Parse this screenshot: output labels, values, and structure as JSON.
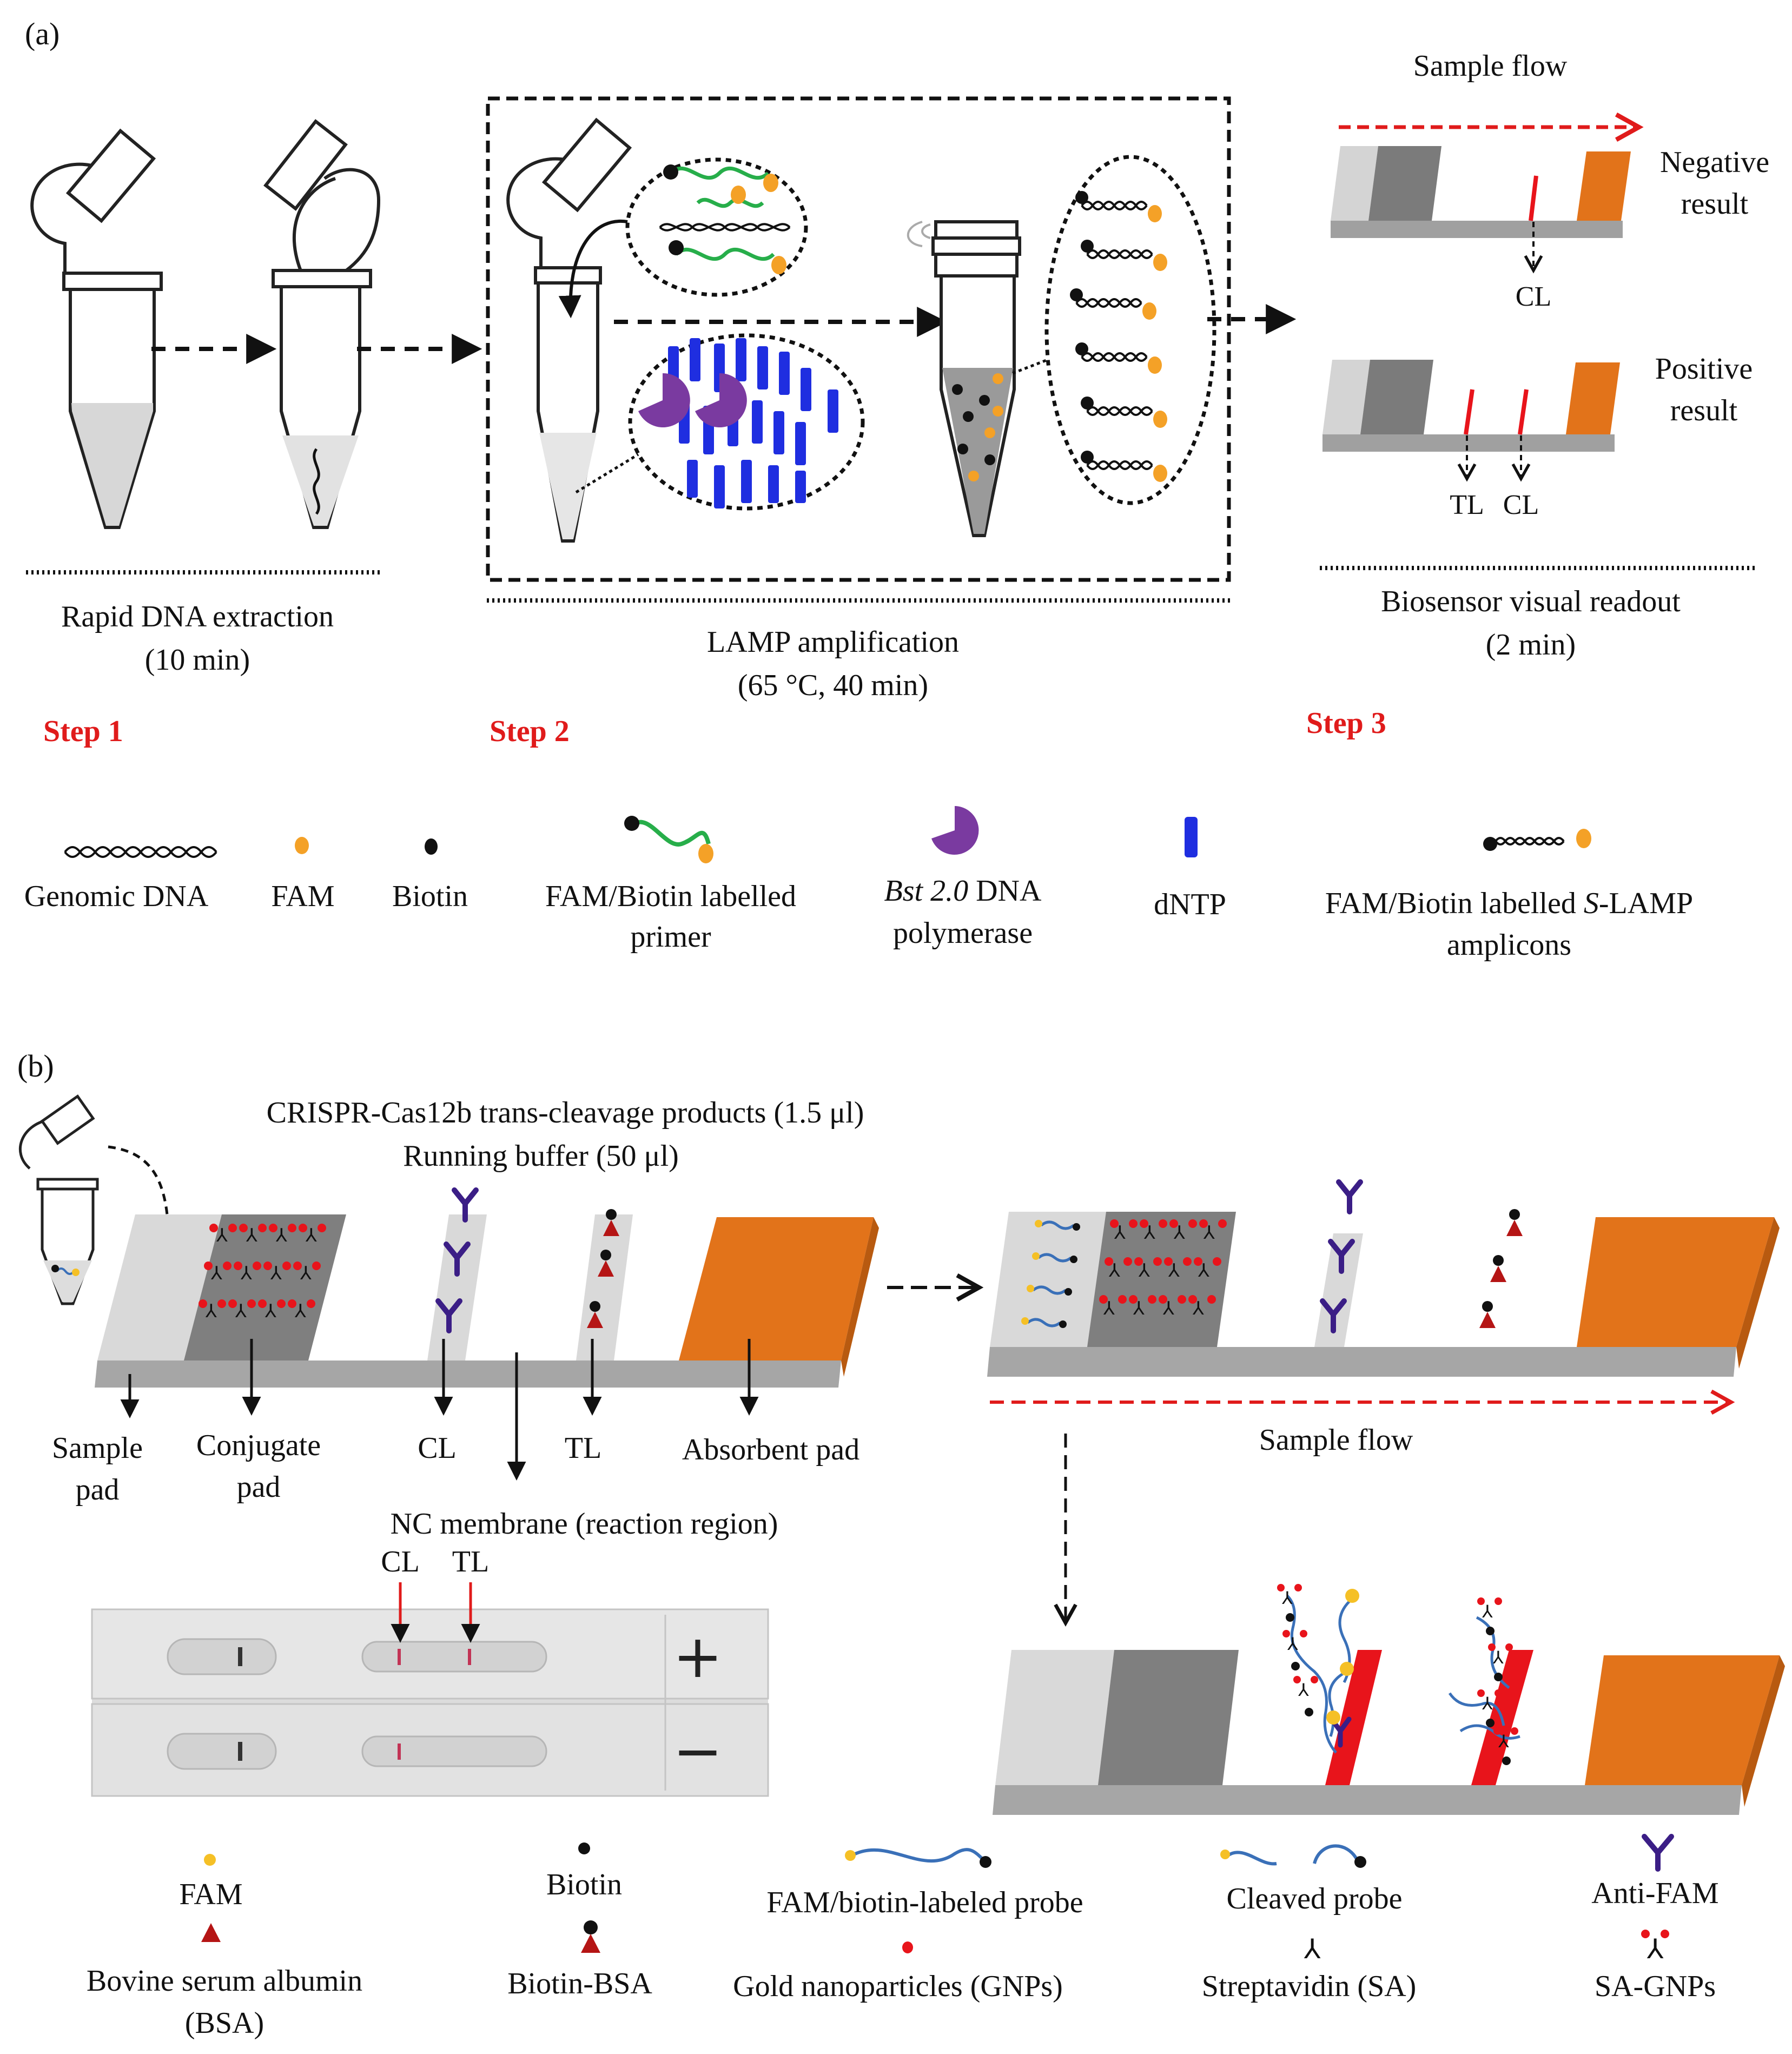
{
  "panel_a": {
    "label": "(a)",
    "step1": {
      "title": "Rapid DNA extraction",
      "time": "(10 min)",
      "step_label": "Step 1"
    },
    "step2": {
      "title": "LAMP amplification",
      "time": "(65 °C, 40 min)",
      "step_label": "Step 2"
    },
    "step3": {
      "title": "Biosensor visual readout",
      "time": "(2 min)",
      "step_label": "Step 3",
      "sample_flow": "Sample flow",
      "negative_line1": "Negative",
      "negative_line2": "result",
      "positive_line1": "Positive",
      "positive_line2": "result",
      "cl": "CL",
      "tl": "TL"
    },
    "legend": {
      "genomic_dna": "Genomic DNA",
      "fam": "FAM",
      "biotin": "Biotin",
      "primer_line1": "FAM/Biotin labelled",
      "primer_line2": "primer",
      "polymerase_italic": "Bst 2.0",
      "polymerase_rest": " DNA",
      "polymerase_line2": "polymerase",
      "dntp": "dNTP",
      "amplicon_line1_a": "FAM/Biotin labelled ",
      "amplicon_line1_italic": "S",
      "amplicon_line1_b": "-LAMP",
      "amplicon_line2": "amplicons"
    }
  },
  "panel_b": {
    "label": "(b)",
    "reagent_line1": "CRISPR-Cas12b trans-cleavage products (1.5 μl)",
    "reagent_line2": "Running buffer (50 μl)",
    "parts": {
      "sample_pad_1": "Sample",
      "sample_pad_2": "pad",
      "conjugate_pad_1": "Conjugate",
      "conjugate_pad_2": "pad",
      "cl": "CL",
      "tl": "TL",
      "absorbent_pad": "Absorbent pad",
      "nc_membrane": "NC membrane (reaction region)"
    },
    "sample_flow": "Sample flow",
    "photo": {
      "cl": "CL",
      "tl": "TL",
      "plus": "+",
      "minus": "−"
    },
    "legend": {
      "fam": "FAM",
      "bsa_line1": "Bovine serum albumin",
      "bsa_line2": "(BSA)",
      "biotin": "Biotin",
      "biotin_bsa": "Biotin-BSA",
      "probe": "FAM/biotin-labeled probe",
      "gnps": "Gold nanoparticles (GNPs)",
      "cleaved_probe": "Cleaved probe",
      "sa": "Streptavidin (SA)",
      "anti_fam": "Anti-FAM",
      "sa_gnps": "SA-GNPs"
    }
  },
  "colors": {
    "step_red": "#e01b1b",
    "absorbent_orange": "#e2731a",
    "fam_orange": "#f4a127",
    "fam_yellow": "#f5c026",
    "primer_green": "#27ae4a",
    "polymerase_purple": "#7a3aa0",
    "dntp_blue": "#1f2ee0",
    "line_red": "#e8141b",
    "anti_fam_purple": "#3b1e86",
    "probe_blue": "#3a70b8"
  }
}
